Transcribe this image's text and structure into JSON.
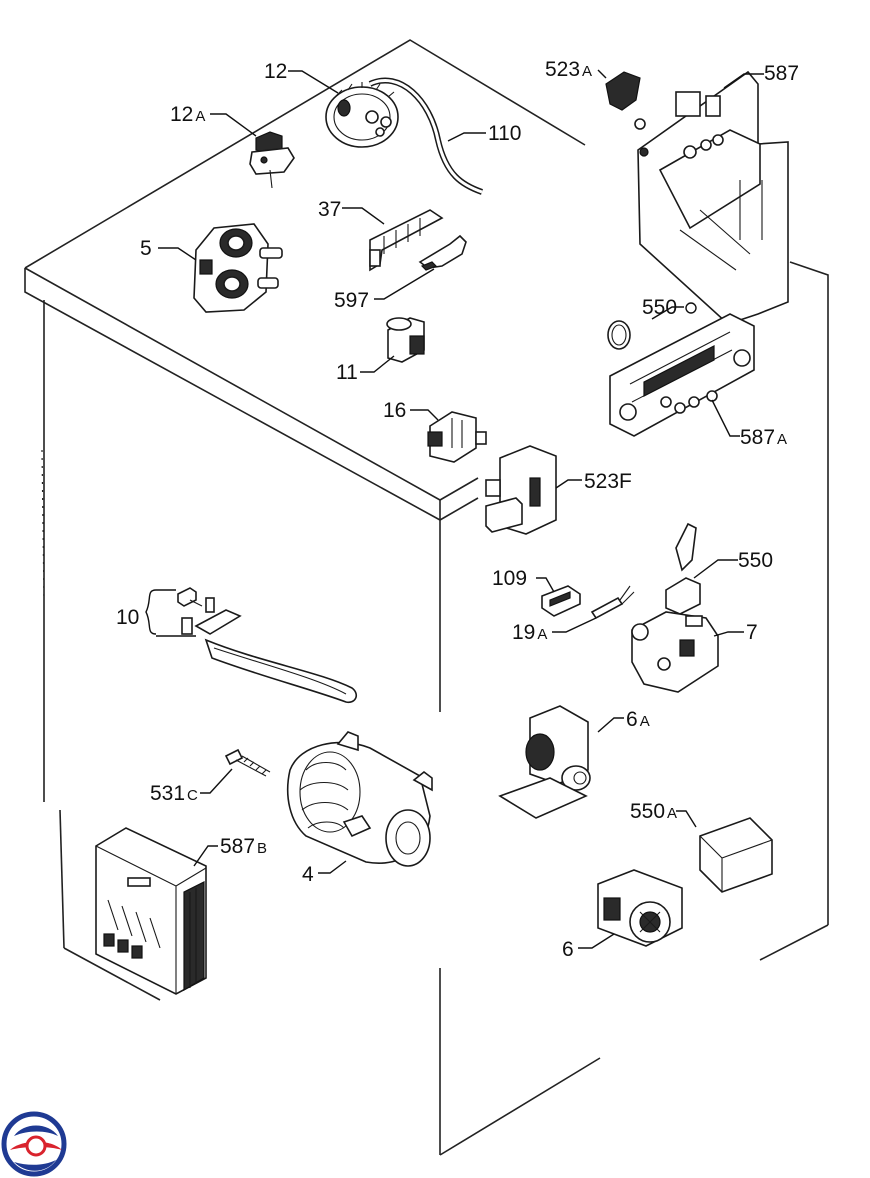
{
  "diagram": {
    "labels": {
      "l12": "12",
      "l12a": "12",
      "l12a_sub": "A",
      "l110": "110",
      "l523a": "523",
      "l523a_sub": "A",
      "l587": "587",
      "l37": "37",
      "l5": "5",
      "l597": "597",
      "l550o": "550",
      "l11": "11",
      "l16": "16",
      "l587a": "587",
      "l587a_sub": "A",
      "l523f": "523F",
      "l10": "10",
      "l109": "109",
      "l550": "550",
      "l19a": "19",
      "l19a_sub": "A",
      "l7": "7",
      "l6a": "6",
      "l6a_sub": "A",
      "l531c": "531",
      "l531c_sub": "C",
      "l550a": "550",
      "l550a_sub": "A",
      "l587b": "587",
      "l587b_sub": "B",
      "l4": "4",
      "l6": "6"
    },
    "colors": {
      "line": "#1a1a1a",
      "logo_blue": "#1f3a93",
      "logo_red": "#d9232d"
    },
    "logo_icon": "brand-swirl-logo"
  }
}
